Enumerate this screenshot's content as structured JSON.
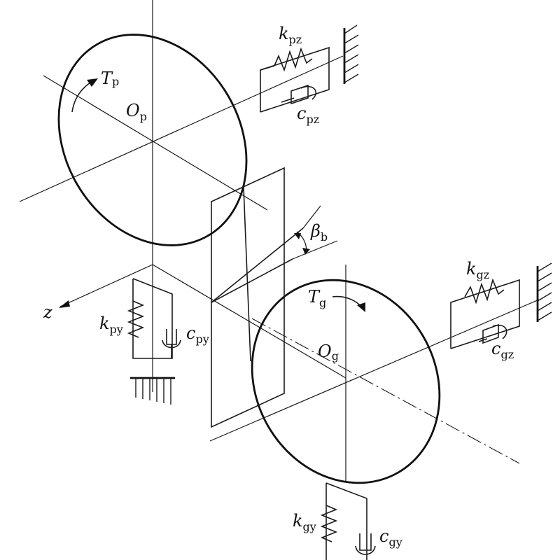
{
  "diagram": {
    "labels": {
      "kpz": {
        "main": "k",
        "sub": "pz"
      },
      "cpz": {
        "main": "c",
        "sub": "pz"
      },
      "Tp": {
        "main": "T",
        "sub": "p"
      },
      "Op": {
        "main": "O",
        "sub": "p"
      },
      "beta": {
        "main": "β",
        "sub": "b"
      },
      "kgz": {
        "main": "k",
        "sub": "gz"
      },
      "cgz": {
        "main": "c",
        "sub": "gz"
      },
      "Tg": {
        "main": "T",
        "sub": "g"
      },
      "Og": {
        "main": "O",
        "sub": "g"
      },
      "z": {
        "main": "z"
      },
      "kpy": {
        "main": "k",
        "sub": "py"
      },
      "cpy": {
        "main": "c",
        "sub": "py"
      },
      "kgy": {
        "main": "k",
        "sub": "gy"
      },
      "cgy": {
        "main": "c",
        "sub": "gy"
      }
    }
  }
}
